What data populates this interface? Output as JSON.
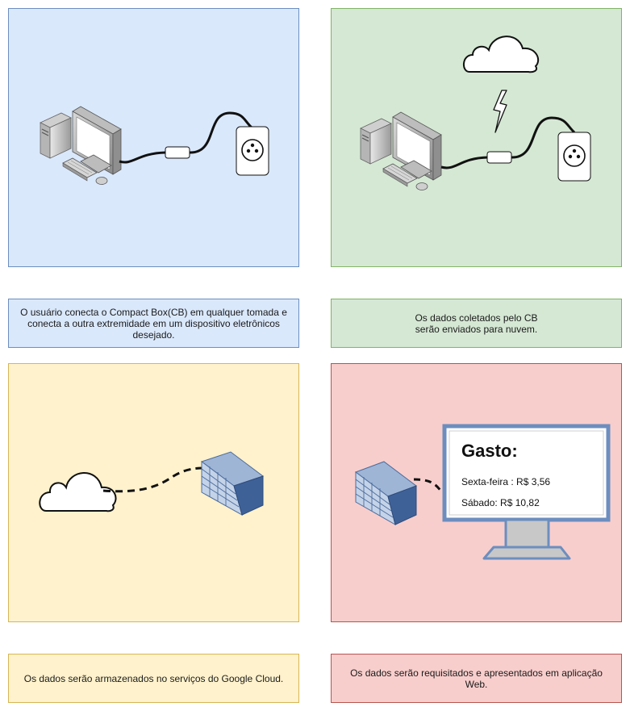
{
  "colors": {
    "panel_blue": "#dae8fc",
    "panel_green": "#d5e8d4",
    "panel_yellow": "#fff2cc",
    "panel_red": "#f8cecc",
    "server_blue": "#6c8ebf"
  },
  "captions": {
    "step1": "O usuário conecta o Compact Box(CB) em qualquer tomada e conecta a outra extremidade em um dispositivo eletrônicos desejado.",
    "step2_line1": "Os dados coletados pelo CB",
    "step2_line2": "serão enviados para nuvem.",
    "step3": "Os dados serão armazenados no serviços do Google Cloud.",
    "step4": "Os dados serão requisitados e apresentados em aplicação Web."
  },
  "web_app": {
    "title": "Gasto:",
    "friday": "Sexta-feira : R$ 3,56",
    "saturday": "Sábado: R$ 10,82"
  }
}
